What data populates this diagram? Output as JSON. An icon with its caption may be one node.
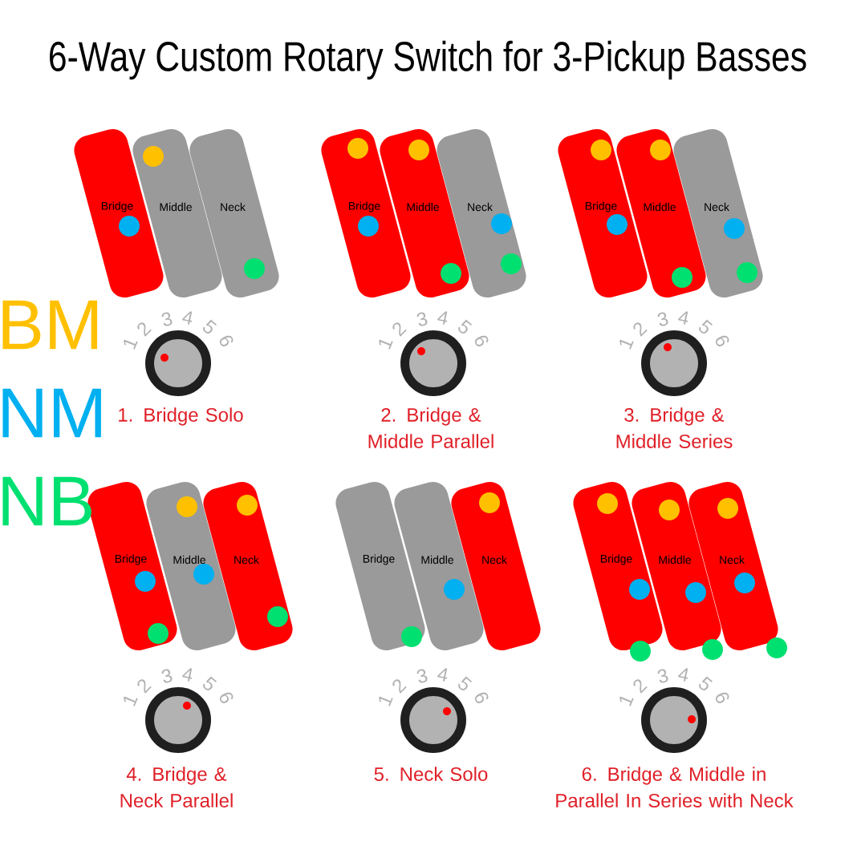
{
  "diagram": {
    "title": "6-Way Custom Rotary Switch for 3-Pickup Basses",
    "nodes": [
      {
        "text": [
          "Bridge"
        ]
      },
      {
        "text": [
          "Middle"
        ]
      },
      {
        "text": [
          "Neck"
        ]
      },
      {
        "text": [
          "Bridge"
        ]
      },
      {
        "text": [
          "Middle"
        ]
      },
      {
        "text": [
          "Neck"
        ]
      },
      {
        "text": [
          "Bridge"
        ]
      },
      {
        "text": [
          "Middle"
        ]
      },
      {
        "text": [
          "Neck"
        ]
      },
      {
        "text": [
          "Bridge"
        ]
      },
      {
        "text": [
          "Middle"
        ]
      },
      {
        "text": [
          "Neck"
        ]
      },
      {
        "text": [
          "Bridge"
        ]
      },
      {
        "text": [
          "Middle"
        ]
      },
      {
        "text": [
          "Neck"
        ]
      },
      {
        "text": [
          "Bridge"
        ]
      },
      {
        "text": [
          "Middle"
        ]
      },
      {
        "text": [
          "Neck"
        ]
      }
    ],
    "labels": [
      "1",
      "2",
      "3",
      "4",
      "5",
      "6",
      "1",
      "2",
      "3",
      "4",
      "5",
      "6",
      "1",
      "2",
      "3",
      "4",
      "5",
      "6",
      "1. Bridge Solo",
      "2. Bridge & Middle Parallel",
      "3. Bridge & Middle Series",
      "1",
      "2",
      "3",
      "4",
      "5",
      "6",
      "1",
      "2",
      "3",
      "4",
      "5",
      "6",
      "1",
      "2",
      "3",
      "4",
      "5",
      "6",
      "4. Bridge & Neck Parallel",
      "5. Neck Solo",
      "6. Bridge & Middle in Parallel In Series with Neck"
    ],
    "legend": [
      {
        "text": "BM",
        "color": "#ffc000"
      },
      {
        "text": "NM",
        "color": "#00b0f0"
      },
      {
        "text": "NB",
        "color": "#00e070"
      }
    ]
  }
}
